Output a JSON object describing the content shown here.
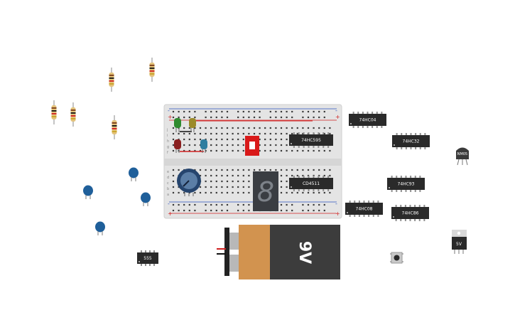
{
  "canvas": {
    "background": "#ffffff"
  },
  "breadboard": {
    "rail_plus": "+",
    "rail_minus": "-",
    "row_letters_top": [
      "j",
      "i",
      "h",
      "g",
      "f"
    ],
    "row_letters_bottom": [
      "e",
      "d",
      "c",
      "b",
      "a"
    ],
    "body_color": "#e4e4e4"
  },
  "chips": {
    "on_board_1": "74HC595",
    "on_board_2": "CD4511",
    "c1": "74HC04",
    "c2": "74HC32",
    "c3": "74HC93",
    "c4": "74HC08",
    "c5": "74HC86",
    "timer": "555",
    "sensor": "NM05",
    "regulator": "5V"
  },
  "battery": {
    "label": "9V",
    "label_color": "#ffffff",
    "body_color": "#3c3c3c",
    "wrap_color": "#d2934f"
  },
  "seven_segment": {
    "digit": "8"
  },
  "colors": {
    "led_green": "#2f8b2f",
    "led_yellow": "#9b8a2a",
    "led_red": "#8a1f1f",
    "led_blue": "#2e7ea0",
    "capacitor": "#1f5f9a",
    "chip": "#2a2a2a",
    "dip_switch": "#d91a1a",
    "wire_red": "#d02020",
    "wire_black": "#111111"
  }
}
